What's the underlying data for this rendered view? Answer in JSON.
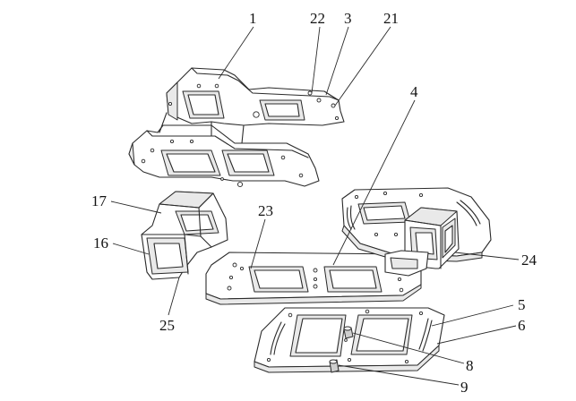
{
  "labels": {
    "l1": "1",
    "l22": "22",
    "l3": "3",
    "l21": "21",
    "l4": "4",
    "l17": "17",
    "l23": "23",
    "l16": "16",
    "l25": "25",
    "l24": "24",
    "l5": "5",
    "l6": "6",
    "l8": "8",
    "l9": "9"
  }
}
